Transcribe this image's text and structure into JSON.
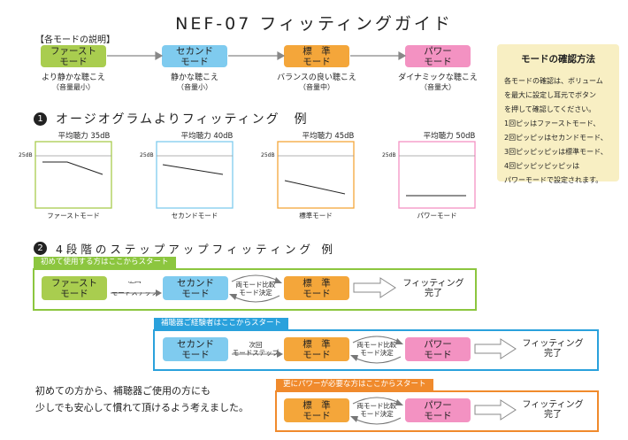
{
  "title": "NEF-07 フィッティングガイド",
  "legend_label": "【各モードの説明】",
  "modes": [
    {
      "label": "ファースト\nモード",
      "desc": "より静かな聴こえ",
      "vol": "（音量最小）",
      "color": "#a9cd4f"
    },
    {
      "label": "セカンド\nモード",
      "desc": "静かな聴こえ",
      "vol": "（音量小）",
      "color": "#7fcbef"
    },
    {
      "label": "標　準\nモード",
      "desc": "バランスの良い聴こえ",
      "vol": "（音量中）",
      "color": "#f4a63a"
    },
    {
      "label": "パワー\nモード",
      "desc": "ダイナミックな聴こえ",
      "vol": "（音量大）",
      "color": "#f392c2"
    }
  ],
  "check": {
    "heading": "モードの確認方法",
    "lines": [
      "各モードの確認は、ボリューム",
      "を最大に設定し耳元でボタン",
      "を押して確認してください。",
      "1回ピッはファーストモード、",
      "2回ピッピッはセカンドモード、",
      "3回ピッピッピッは標準モード、",
      "4回ピッピッピッピッは",
      "パワーモードで設定されます。"
    ]
  },
  "section1": {
    "num": "1",
    "title": "オージオグラムよりフィッティング　例"
  },
  "audiograms": [
    {
      "title": "平均聴力 35dB",
      "tick": "25dB",
      "caption": "ファーストモード",
      "border": "#a9cd4f"
    },
    {
      "title": "平均聴力 40dB",
      "tick": "25dB",
      "caption": "セカンドモード",
      "border": "#7fcbef"
    },
    {
      "title": "平均聴力 45dB",
      "tick": "25dB",
      "caption": "標準モード",
      "border": "#f4a63a"
    },
    {
      "title": "平均聴力 50dB",
      "tick": "25dB",
      "caption": "パワーモード",
      "border": "#f392c2"
    }
  ],
  "section2": {
    "num": "2",
    "title": "4 段 階 の ス テ ッ プ ア ッ プ フ ィ ッ テ ィ ン グ　例"
  },
  "flow1": {
    "tag": "初めて使用する方はここからスタート",
    "border": "#8cc63f",
    "box1": "ファースト\nモード",
    "step": "次回\nモードステップ",
    "box2": "セカンド\nモード",
    "compare": "両モード比較\nモード決定",
    "box3": "標　準\nモード",
    "done": "フィッティング\n完了"
  },
  "flow2": {
    "tag": "補聴器ご経験者はここからスタート",
    "border": "#2aa1dc",
    "box1": "セカンド\nモード",
    "step": "次回\nモードステップ",
    "box2": "標　準\nモード",
    "compare": "両モード比較\nモード決定",
    "box3": "パワー\nモード",
    "done": "フィッティング\n完了"
  },
  "flow3": {
    "tag": "更にパワーが必要な方はここからスタート",
    "border": "#f08a2c",
    "box1": "標　準\nモード",
    "compare": "両モード比較\nモード決定",
    "box2": "パワー\nモード",
    "done": "フィッティング\n完了"
  },
  "note": "初めての方から、補聴器ご使用の方にも\n少しでも安心して慣れて頂けるよう考えました。"
}
